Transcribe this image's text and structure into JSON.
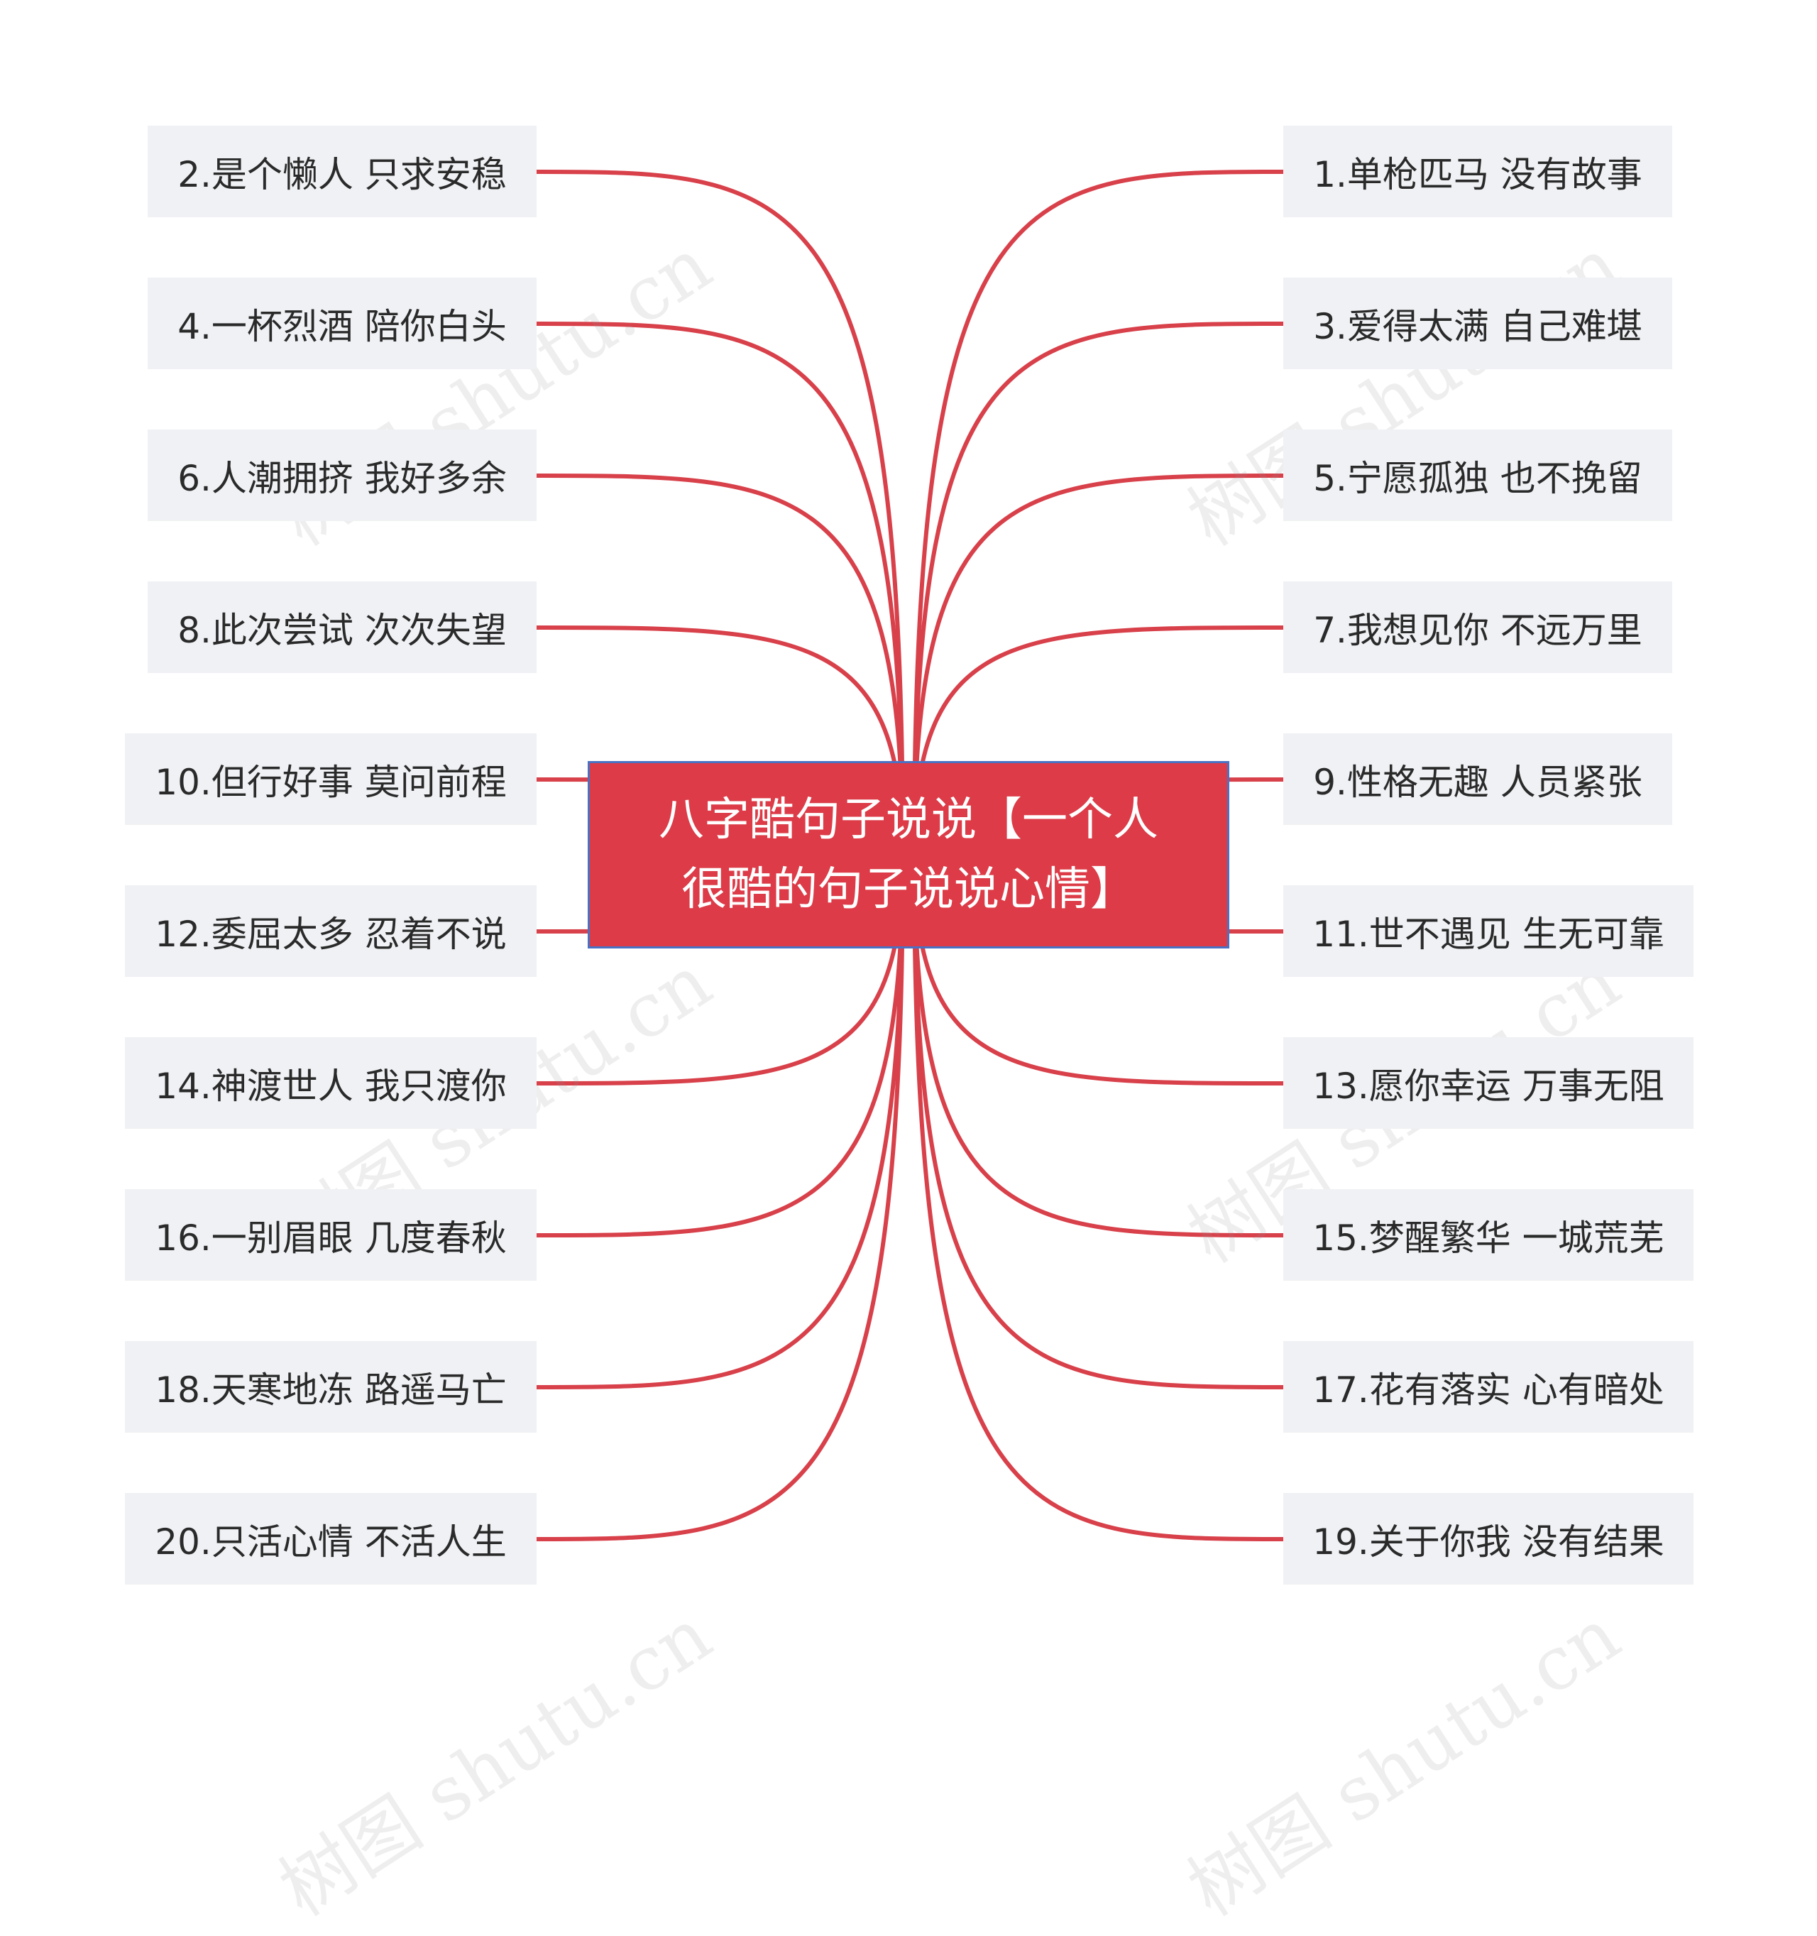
{
  "root": {
    "line1": "八字酷句子说说【一个人",
    "line2": "很酷的句子说说心情】"
  },
  "left": [
    {
      "label": "2.是个懒人 只求安稳"
    },
    {
      "label": "4.一杯烈酒 陪你白头"
    },
    {
      "label": "6.人潮拥挤 我好多余"
    },
    {
      "label": "8.此次尝试 次次失望"
    },
    {
      "label": "10.但行好事 莫问前程"
    },
    {
      "label": "12.委屈太多 忍着不说"
    },
    {
      "label": "14.神渡世人 我只渡你"
    },
    {
      "label": "16.一别眉眼 几度春秋"
    },
    {
      "label": "18.天寒地冻 路遥马亡"
    },
    {
      "label": "20.只活心情 不活人生"
    }
  ],
  "right": [
    {
      "label": "1.单枪匹马 没有故事"
    },
    {
      "label": "3.爱得太满 自己难堪"
    },
    {
      "label": "5.宁愿孤独 也不挽留"
    },
    {
      "label": "7.我想见你 不远万里"
    },
    {
      "label": "9.性格无趣 人员紧张"
    },
    {
      "label": "11.世不遇见 生无可靠"
    },
    {
      "label": "13.愿你幸运 万事无阻"
    },
    {
      "label": "15.梦醒繁华 一城荒芜"
    },
    {
      "label": "17.花有落实 心有暗处"
    },
    {
      "label": "19.关于你我 没有结果"
    }
  ],
  "watermark": "树图 shutu.cn",
  "colors": {
    "link": "#d8404a",
    "root_fill": "#dc3b47",
    "root_border": "#4a72c4",
    "leaf_fill": "#eff1f4"
  }
}
